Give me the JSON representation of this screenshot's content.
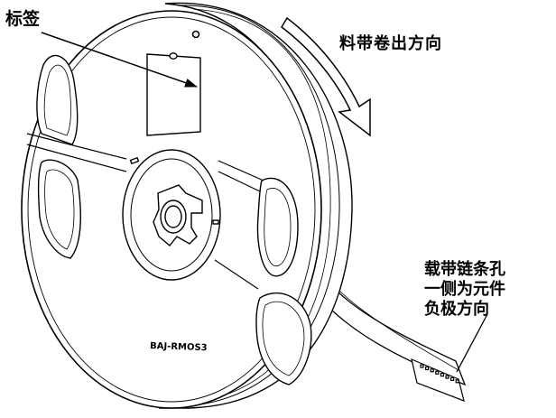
{
  "labels": {
    "tag": "标签",
    "unwind_direction": "料带卷出方向",
    "polarity_note": [
      "载带链条孔",
      "一侧为元件",
      "负极方向"
    ]
  },
  "reel": {
    "model_marking": "BAJ-RMOS3"
  },
  "colors": {
    "line": "#000000",
    "background": "#ffffff",
    "fill": "#ffffff"
  }
}
